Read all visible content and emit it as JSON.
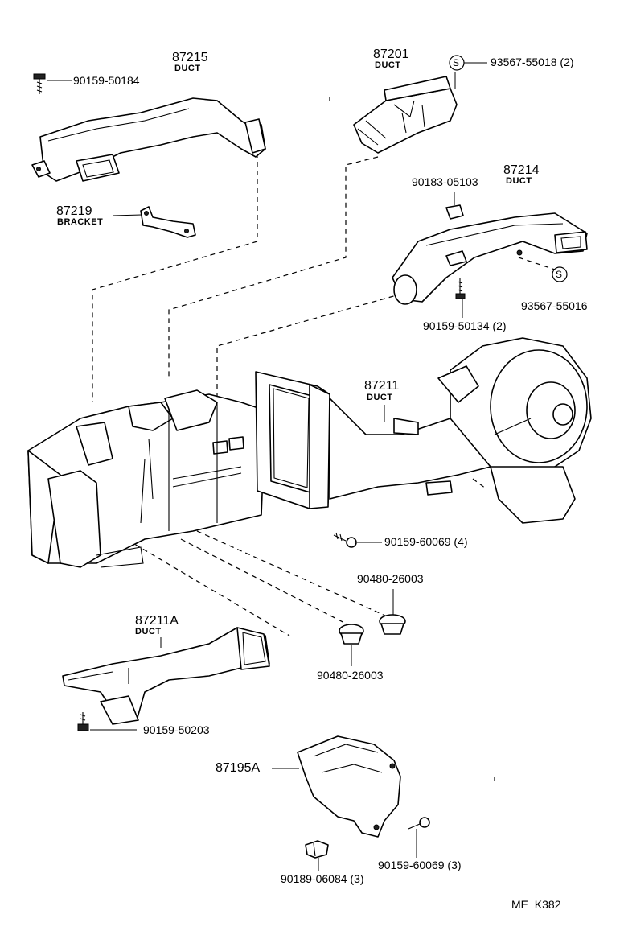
{
  "parts": {
    "p87215": {
      "number": "87215",
      "name": "DUCT"
    },
    "p87201": {
      "number": "87201",
      "name": "DUCT"
    },
    "p87214": {
      "number": "87214",
      "name": "DUCT"
    },
    "p87211": {
      "number": "87211",
      "name": "DUCT"
    },
    "p87211A": {
      "number": "87211A",
      "name": "DUCT"
    },
    "p87219": {
      "number": "87219",
      "name": "BRACKET"
    },
    "p87195A": {
      "number": "87195A"
    }
  },
  "callouts": {
    "c1": "90159-50184",
    "c2": "93567-55018 (2)",
    "c3": "90183-05103",
    "c4": "93567-55016",
    "c5": "90159-50134 (2)",
    "c6": "90159-60069 (4)",
    "c7": "90480-26003",
    "c8": "90480-26003",
    "c9": "90159-50203",
    "c10": "90159-60069 (3)",
    "c11": "90189-06084 (3)"
  },
  "symbols": {
    "s_marker": "S"
  },
  "footer_code": "ME  K382"
}
